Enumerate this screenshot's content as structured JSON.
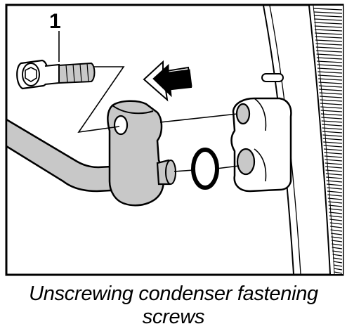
{
  "figure": {
    "callout_number": "1",
    "caption_line1": "Unscrewing condenser fastening",
    "caption_line2": "screws",
    "colors": {
      "line": "#000000",
      "part_fill": "#c8c8c8",
      "condenser_block_fill": "#ffffff",
      "background": "#ffffff"
    },
    "icons": {
      "removal_direction": "arrow-left-icon",
      "fastening_screw": "screw-icon",
      "seal": "o-ring-icon"
    }
  }
}
